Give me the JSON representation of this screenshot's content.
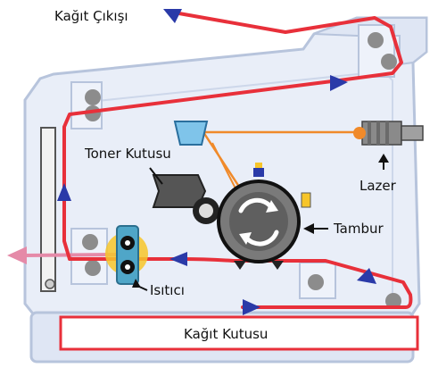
{
  "labels": {
    "paper_exit": "Kağıt Çıkışı",
    "toner_box": "Toner Kutusu",
    "laser": "Lazer",
    "drum": "Tambur",
    "heater": "Isıtıcı",
    "paper_tray": "Kağıt Kutusu"
  },
  "colors": {
    "paper_path": "#e8303a",
    "arrow_head": "#2a3aa8",
    "laser_beam": "#f08a2a",
    "printer_body": "#e9eef8",
    "printer_outline": "#b7c4dc",
    "roller": "#8c8c8c",
    "drum": "#7a7a7a",
    "fuser_glow": "#f7c52a",
    "fuser_block": "#4fa6c8",
    "pink_exit": "#e58aa8",
    "mirror": "#7fc4ea"
  }
}
